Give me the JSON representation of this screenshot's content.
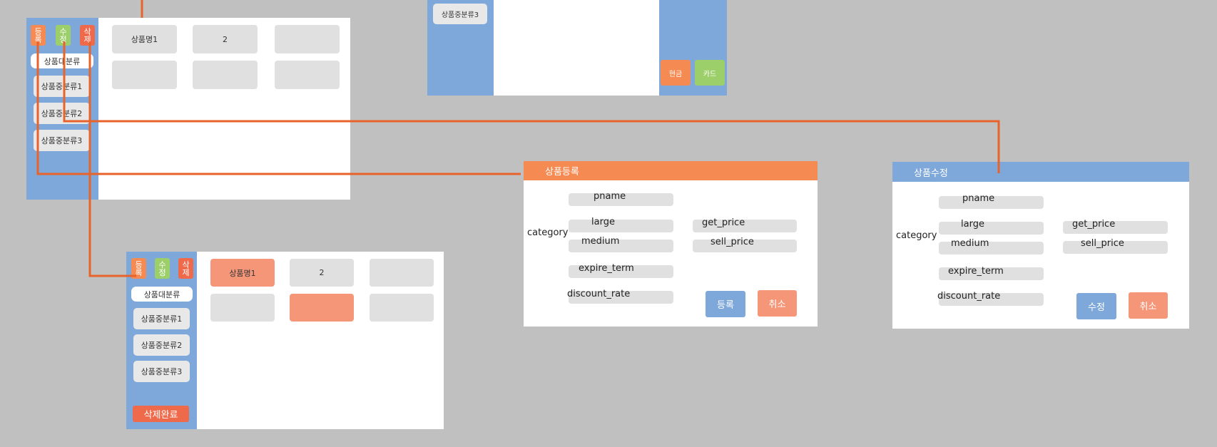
{
  "colors": {
    "background": "#c0c0c0",
    "sidebar_blue": "#7fa8da",
    "orange": "#f58a53",
    "green": "#9ccf6a",
    "red": "#ee6a4b",
    "salmon": "#f59679",
    "connector": "#e8632b"
  },
  "screen1": {
    "buttons": {
      "register": "등\n록",
      "edit": "수\n정",
      "delete": "삭\n제"
    },
    "sidebar": {
      "category": "상품대분류",
      "items": [
        "상품중분류1",
        "상품중분류2",
        "상품중분류3"
      ]
    },
    "grid": {
      "cells": [
        "상품명1",
        "2",
        "",
        "",
        "",
        ""
      ]
    }
  },
  "screen2": {
    "sidebar_item": "상품중분류3",
    "buttons": {
      "cash": "현금",
      "card": "카드"
    }
  },
  "screen3": {
    "buttons": {
      "register": "등\n록",
      "edit": "수\n정",
      "delete": "삭\n제"
    },
    "sidebar": {
      "category": "상품대분류",
      "items": [
        "상품중분류1",
        "상품중분류2",
        "상품중분류3"
      ]
    },
    "grid": {
      "cells": [
        "상품명1",
        "2",
        "",
        "",
        "",
        ""
      ]
    },
    "delete_done": "삭제완료"
  },
  "register_dialog": {
    "title": "상품등록",
    "category_label": "category",
    "fields": {
      "pname": "pname",
      "large": "large",
      "medium": "medium",
      "expire_term": "expire_term",
      "discount_rate": "discount_rate",
      "get_price": "get_price",
      "sell_price": "sell_price"
    },
    "confirm": "등록",
    "cancel": "취소"
  },
  "edit_dialog": {
    "title": "상품수정",
    "category_label": "category",
    "fields": {
      "pname": "pname",
      "large": "large",
      "medium": "medium",
      "expire_term": "expire_term",
      "discount_rate": "discount_rate",
      "get_price": "get_price",
      "sell_price": "sell_price"
    },
    "confirm": "수정",
    "cancel": "취소"
  }
}
